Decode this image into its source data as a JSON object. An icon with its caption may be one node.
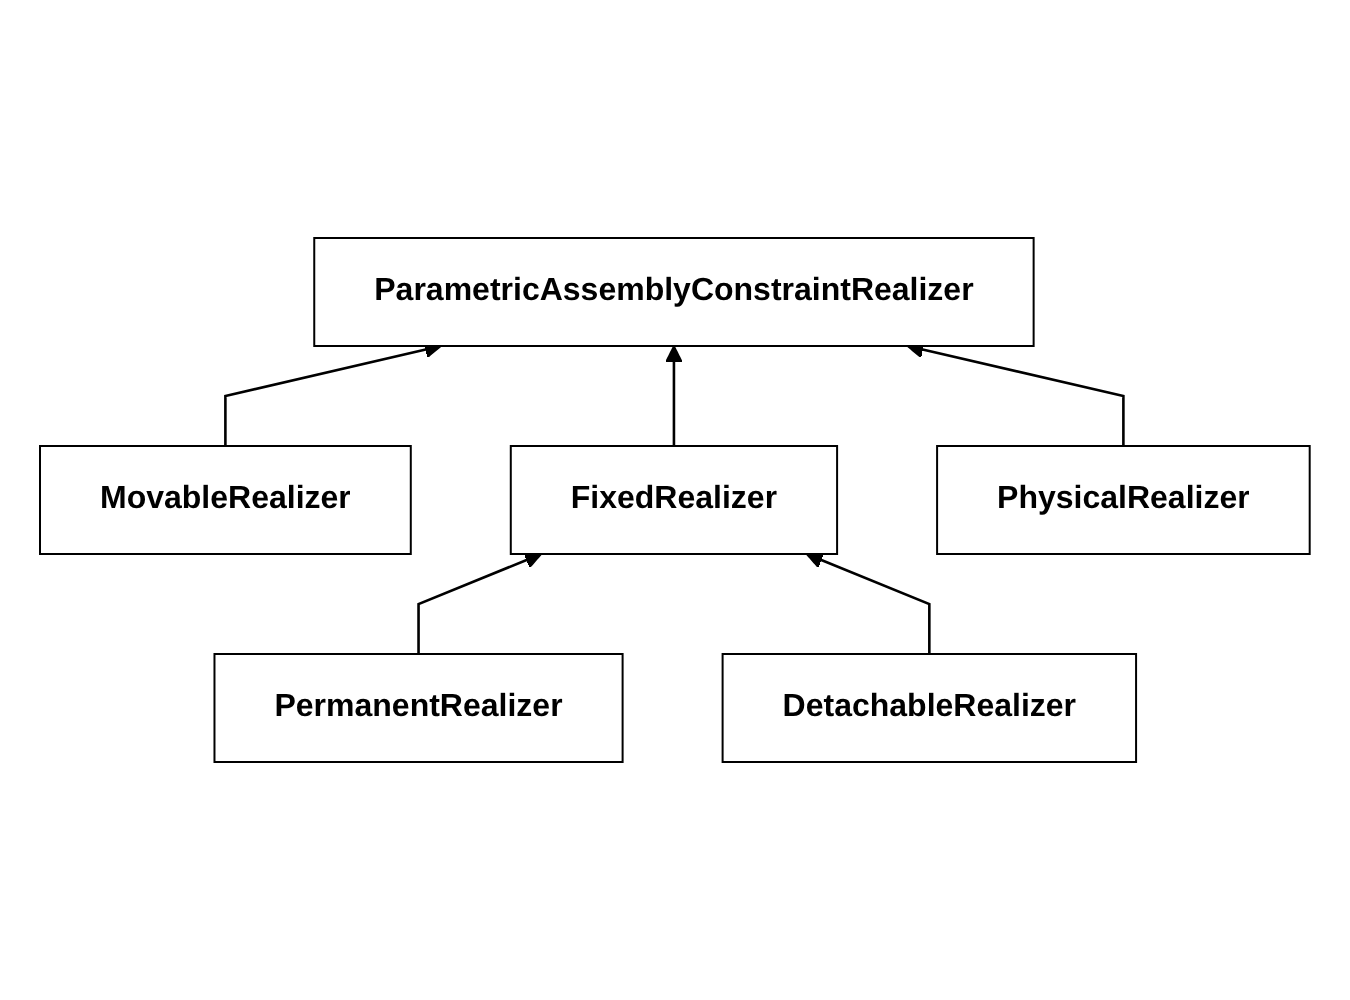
{
  "diagram": {
    "nodes": [
      {
        "text": [
          "ParametricAssemblyConstraintRealizer"
        ]
      },
      {
        "text": [
          "MovableRealizer"
        ]
      },
      {
        "text": [
          "FixedRealizer"
        ]
      },
      {
        "text": [
          "PhysicalRealizer"
        ]
      },
      {
        "text": [
          "PermanentRealizer"
        ]
      },
      {
        "text": [
          "DetachableRealizer"
        ]
      }
    ],
    "edges": [
      {
        "from": 1,
        "to": 0,
        "arrow": "to"
      },
      {
        "from": 2,
        "to": 0,
        "arrow": "to"
      },
      {
        "from": 3,
        "to": 0,
        "arrow": "to"
      },
      {
        "from": 4,
        "to": 2,
        "arrow": "to"
      },
      {
        "from": 5,
        "to": 2,
        "arrow": "to"
      }
    ]
  }
}
